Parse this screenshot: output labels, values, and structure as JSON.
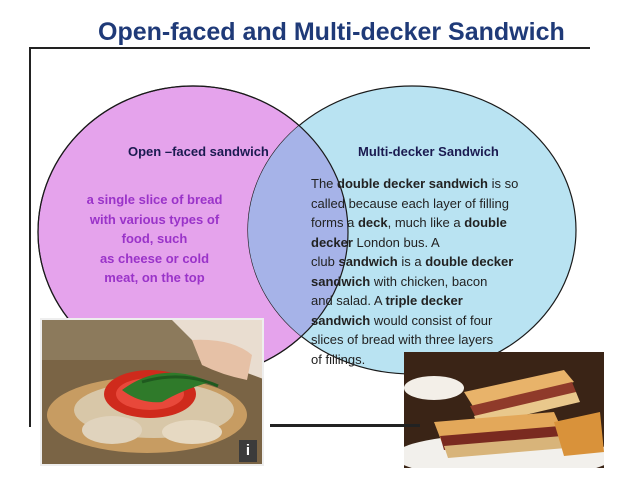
{
  "slide": {
    "title": "Open-faced and Multi-decker Sandwich"
  },
  "venn": {
    "left": {
      "label": "Open –faced sandwich",
      "description_lines": [
        "a single slice of bread",
        "with various types of",
        "food, such",
        "as cheese or cold",
        "meat, on the top"
      ],
      "color": "#e5a3ec"
    },
    "right": {
      "label": "Multi-decker Sandwich",
      "description": [
        [
          {
            "t": "The "
          },
          {
            "t": "double decker sandwich",
            "b": true
          },
          {
            "t": " is so"
          }
        ],
        [
          {
            "t": "called because each layer of filling"
          }
        ],
        [
          {
            "t": "forms a "
          },
          {
            "t": "deck",
            "b": true
          },
          {
            "t": ", much like a "
          },
          {
            "t": "double",
            "b": true
          }
        ],
        [
          {
            "t": "decker",
            "b": true
          },
          {
            "t": " London bus. A"
          }
        ],
        [
          {
            "t": "club "
          },
          {
            "t": "sandwich",
            "b": true
          },
          {
            "t": " is a "
          },
          {
            "t": "double decker",
            "b": true
          }
        ],
        [
          {
            "t": "sandwich",
            "b": true
          },
          {
            "t": " with chicken, bacon"
          }
        ],
        [
          {
            "t": "and salad. A "
          },
          {
            "t": "triple decker",
            "b": true
          }
        ],
        [
          {
            "t": "sandwich",
            "b": true
          },
          {
            "t": " would consist of four"
          }
        ],
        [
          {
            "t": "slices of bread with three layers"
          }
        ],
        [
          {
            "t": "of fillings."
          }
        ]
      ],
      "color": "#b9e3f2"
    },
    "overlap_color": "#a6b3e8"
  },
  "images": {
    "left_photo_icon": "open-faced-sandwich-photo",
    "right_photo_icon": "multi-decker-sandwich-photo",
    "info_badge": "i"
  }
}
